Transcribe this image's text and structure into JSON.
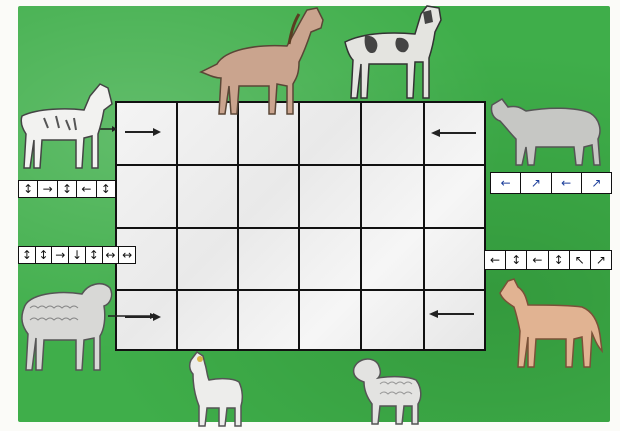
{
  "board": {
    "colors": {
      "felt": "#3fae4a",
      "grid_paper": "#efefef",
      "ink": "#111111",
      "blue_ink": "#1b3d9a"
    },
    "grid": {
      "rows": 4,
      "columns": 6
    }
  },
  "animals": [
    {
      "id": "horse-top",
      "kind": "horse",
      "color": "brown"
    },
    {
      "id": "cow-top",
      "kind": "cow",
      "color": "black-white"
    },
    {
      "id": "goat-left-top",
      "kind": "goat",
      "color": "white-grey"
    },
    {
      "id": "sheep-left-bottom",
      "kind": "sheep",
      "color": "grey"
    },
    {
      "id": "cow-right-top",
      "kind": "cow",
      "color": "grey"
    },
    {
      "id": "horse-right-bottom",
      "kind": "horse",
      "color": "tan"
    },
    {
      "id": "goat-bottom",
      "kind": "goat",
      "color": "white"
    },
    {
      "id": "sheep-bottom",
      "kind": "sheep",
      "color": "white"
    }
  ],
  "strips": {
    "left_top": [
      "↕",
      "→",
      "↕",
      "←",
      "↕"
    ],
    "left_mid": [
      "↕",
      "↕",
      "→",
      "↓",
      "↕",
      "↔",
      "↔"
    ],
    "right_top": [
      "←",
      "↗",
      "←",
      "↗"
    ],
    "right_mid": [
      "←",
      "↕",
      "←",
      "↕",
      "↖",
      "↗"
    ]
  },
  "entry_arrows": [
    {
      "position": "top-left",
      "direction": "right"
    },
    {
      "position": "bottom-left",
      "direction": "right"
    },
    {
      "position": "top-right",
      "direction": "left"
    },
    {
      "position": "bottom-right",
      "direction": "left"
    }
  ]
}
